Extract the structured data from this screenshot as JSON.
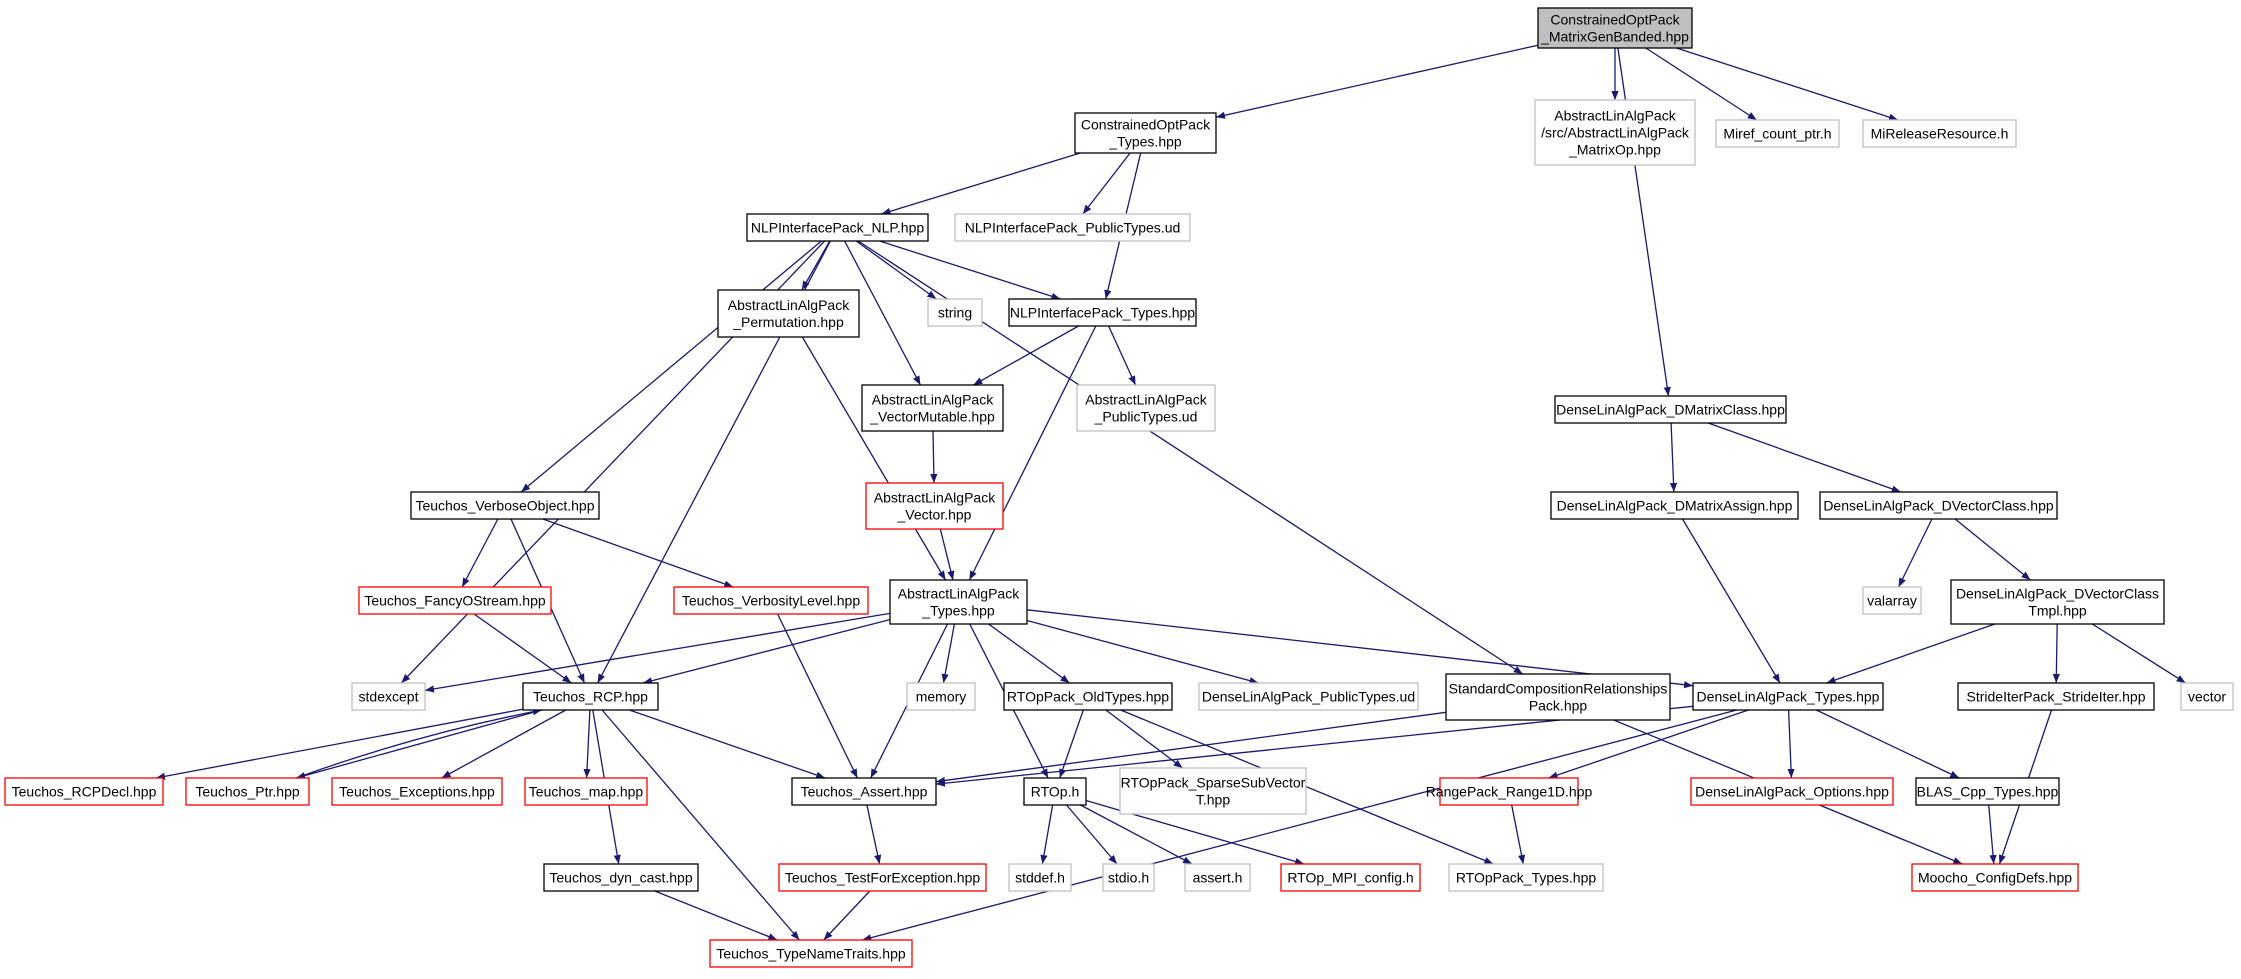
{
  "colors": {
    "edge": "#191970",
    "border_normal": "#000000",
    "border_missing": "#bfbfbf",
    "border_truncated": "#ff0000",
    "root_fill": "#bfbfbf",
    "fill": "#ffffff"
  },
  "nodes": [
    {
      "id": "root",
      "lines": [
        "ConstrainedOptPack",
        "_MatrixGenBanded.hpp"
      ],
      "kind": "root"
    },
    {
      "id": "cop_types",
      "lines": [
        "ConstrainedOptPack",
        "_Types.hpp"
      ],
      "kind": "normal"
    },
    {
      "id": "ala_matrixop",
      "lines": [
        "AbstractLinAlgPack",
        "/src/AbstractLinAlgPack",
        "_MatrixOp.hpp"
      ],
      "kind": "missing"
    },
    {
      "id": "miref",
      "lines": [
        "Miref_count_ptr.h"
      ],
      "kind": "missing"
    },
    {
      "id": "mirelease",
      "lines": [
        "MiReleaseResource.h"
      ],
      "kind": "missing"
    },
    {
      "id": "nlp",
      "lines": [
        "NLPInterfacePack_NLP.hpp"
      ],
      "kind": "normal"
    },
    {
      "id": "nlp_pub",
      "lines": [
        "NLPInterfacePack_PublicTypes.ud"
      ],
      "kind": "missing"
    },
    {
      "id": "ala_perm",
      "lines": [
        "AbstractLinAlgPack",
        "_Permutation.hpp"
      ],
      "kind": "normal"
    },
    {
      "id": "string",
      "lines": [
        "string"
      ],
      "kind": "missing"
    },
    {
      "id": "nlp_types",
      "lines": [
        "NLPInterfacePack_Types.hpp"
      ],
      "kind": "normal"
    },
    {
      "id": "ala_vecmut",
      "lines": [
        "AbstractLinAlgPack",
        "_VectorMutable.hpp"
      ],
      "kind": "normal"
    },
    {
      "id": "ala_pub",
      "lines": [
        "AbstractLinAlgPack",
        "_PublicTypes.ud"
      ],
      "kind": "missing"
    },
    {
      "id": "dla_dmat",
      "lines": [
        "DenseLinAlgPack_DMatrixClass.hpp"
      ],
      "kind": "normal"
    },
    {
      "id": "teuchos_verbose",
      "lines": [
        "Teuchos_VerboseObject.hpp"
      ],
      "kind": "normal"
    },
    {
      "id": "ala_vector",
      "lines": [
        "AbstractLinAlgPack",
        "_Vector.hpp"
      ],
      "kind": "truncated"
    },
    {
      "id": "dla_dmatassign",
      "lines": [
        "DenseLinAlgPack_DMatrixAssign.hpp"
      ],
      "kind": "normal"
    },
    {
      "id": "dla_dvec",
      "lines": [
        "DenseLinAlgPack_DVectorClass.hpp"
      ],
      "kind": "normal"
    },
    {
      "id": "teuchos_fancy",
      "lines": [
        "Teuchos_FancyOStream.hpp"
      ],
      "kind": "truncated"
    },
    {
      "id": "teuchos_verbosity",
      "lines": [
        "Teuchos_VerbosityLevel.hpp"
      ],
      "kind": "truncated"
    },
    {
      "id": "ala_types",
      "lines": [
        "AbstractLinAlgPack",
        "_Types.hpp"
      ],
      "kind": "normal"
    },
    {
      "id": "valarray",
      "lines": [
        "valarray"
      ],
      "kind": "missing"
    },
    {
      "id": "dla_dvec_tmpl",
      "lines": [
        "DenseLinAlgPack_DVectorClass",
        "Tmpl.hpp"
      ],
      "kind": "normal"
    },
    {
      "id": "stdexcept",
      "lines": [
        "stdexcept"
      ],
      "kind": "missing"
    },
    {
      "id": "teuchos_rcp",
      "lines": [
        "Teuchos_RCP.hpp"
      ],
      "kind": "normal"
    },
    {
      "id": "memory",
      "lines": [
        "memory"
      ],
      "kind": "missing"
    },
    {
      "id": "rtop_old",
      "lines": [
        "RTOpPack_OldTypes.hpp"
      ],
      "kind": "normal"
    },
    {
      "id": "dla_pub",
      "lines": [
        "DenseLinAlgPack_PublicTypes.ud"
      ],
      "kind": "missing"
    },
    {
      "id": "scr_pack",
      "lines": [
        "StandardCompositionRelationships",
        "Pack.hpp"
      ],
      "kind": "normal"
    },
    {
      "id": "dla_types",
      "lines": [
        "DenseLinAlgPack_Types.hpp"
      ],
      "kind": "normal"
    },
    {
      "id": "strideiter",
      "lines": [
        "StrideIterPack_StrideIter.hpp"
      ],
      "kind": "normal"
    },
    {
      "id": "vector",
      "lines": [
        "vector"
      ],
      "kind": "missing"
    },
    {
      "id": "teuchos_rcpdecl",
      "lines": [
        "Teuchos_RCPDecl.hpp"
      ],
      "kind": "truncated"
    },
    {
      "id": "teuchos_ptr",
      "lines": [
        "Teuchos_Ptr.hpp"
      ],
      "kind": "truncated"
    },
    {
      "id": "teuchos_exc",
      "lines": [
        "Teuchos_Exceptions.hpp"
      ],
      "kind": "truncated"
    },
    {
      "id": "teuchos_map",
      "lines": [
        "Teuchos_map.hpp"
      ],
      "kind": "truncated"
    },
    {
      "id": "teuchos_assert",
      "lines": [
        "Teuchos_Assert.hpp"
      ],
      "kind": "normal"
    },
    {
      "id": "rtop_h",
      "lines": [
        "RTOp.h"
      ],
      "kind": "normal"
    },
    {
      "id": "rtop_sparse",
      "lines": [
        "RTOpPack_SparseSubVector",
        "T.hpp"
      ],
      "kind": "missing"
    },
    {
      "id": "range1d",
      "lines": [
        "RangePack_Range1D.hpp"
      ],
      "kind": "truncated"
    },
    {
      "id": "dla_options",
      "lines": [
        "DenseLinAlgPack_Options.hpp"
      ],
      "kind": "truncated"
    },
    {
      "id": "blas_types",
      "lines": [
        "BLAS_Cpp_Types.hpp"
      ],
      "kind": "normal"
    },
    {
      "id": "teuchos_dyn",
      "lines": [
        "Teuchos_dyn_cast.hpp"
      ],
      "kind": "normal"
    },
    {
      "id": "teuchos_testexc",
      "lines": [
        "Teuchos_TestForException.hpp"
      ],
      "kind": "truncated"
    },
    {
      "id": "stddef",
      "lines": [
        "stddef.h"
      ],
      "kind": "missing"
    },
    {
      "id": "stdio",
      "lines": [
        "stdio.h"
      ],
      "kind": "missing"
    },
    {
      "id": "assert",
      "lines": [
        "assert.h"
      ],
      "kind": "missing"
    },
    {
      "id": "rtop_mpi",
      "lines": [
        "RTOp_MPI_config.h"
      ],
      "kind": "truncated"
    },
    {
      "id": "rtop_types",
      "lines": [
        "RTOpPack_Types.hpp"
      ],
      "kind": "missing"
    },
    {
      "id": "moocho_cfg",
      "lines": [
        "Moocho_ConfigDefs.hpp"
      ],
      "kind": "truncated"
    },
    {
      "id": "teuchos_typename",
      "lines": [
        "Teuchos_TypeNameTraits.hpp"
      ],
      "kind": "truncated"
    }
  ],
  "edges": [
    [
      "root",
      "cop_types"
    ],
    [
      "root",
      "ala_matrixop"
    ],
    [
      "root",
      "miref"
    ],
    [
      "root",
      "mirelease"
    ],
    [
      "root",
      "dla_dmat"
    ],
    [
      "cop_types",
      "nlp"
    ],
    [
      "cop_types",
      "nlp_pub"
    ],
    [
      "cop_types",
      "nlp_types"
    ],
    [
      "nlp",
      "ala_perm"
    ],
    [
      "nlp",
      "string"
    ],
    [
      "nlp",
      "nlp_types"
    ],
    [
      "nlp",
      "ala_vecmut"
    ],
    [
      "nlp",
      "teuchos_verbose"
    ],
    [
      "nlp",
      "stdexcept"
    ],
    [
      "nlp",
      "teuchos_rcp"
    ],
    [
      "nlp",
      "scr_pack"
    ],
    [
      "nlp_types",
      "ala_vecmut"
    ],
    [
      "nlp_types",
      "ala_pub"
    ],
    [
      "nlp_types",
      "ala_types"
    ],
    [
      "ala_perm",
      "ala_types"
    ],
    [
      "ala_vecmut",
      "ala_vector"
    ],
    [
      "ala_vector",
      "ala_types"
    ],
    [
      "teuchos_verbose",
      "teuchos_fancy"
    ],
    [
      "teuchos_verbose",
      "teuchos_rcp"
    ],
    [
      "teuchos_verbose",
      "teuchos_verbosity"
    ],
    [
      "teuchos_fancy",
      "teuchos_rcp"
    ],
    [
      "teuchos_verbosity",
      "teuchos_assert"
    ],
    [
      "dla_dmat",
      "dla_dmatassign"
    ],
    [
      "dla_dmat",
      "dla_dvec"
    ],
    [
      "dla_dmatassign",
      "dla_types"
    ],
    [
      "dla_dvec",
      "valarray"
    ],
    [
      "dla_dvec",
      "dla_dvec_tmpl"
    ],
    [
      "dla_dvec_tmpl",
      "dla_types"
    ],
    [
      "dla_dvec_tmpl",
      "strideiter"
    ],
    [
      "dla_dvec_tmpl",
      "vector"
    ],
    [
      "ala_types",
      "stdexcept"
    ],
    [
      "ala_types",
      "teuchos_rcp"
    ],
    [
      "ala_types",
      "memory"
    ],
    [
      "ala_types",
      "rtop_old"
    ],
    [
      "ala_types",
      "dla_pub"
    ],
    [
      "ala_types",
      "dla_types"
    ],
    [
      "ala_types",
      "teuchos_assert"
    ],
    [
      "ala_types",
      "rtop_h"
    ],
    [
      "teuchos_rcp",
      "teuchos_rcpdecl"
    ],
    [
      "teuchos_rcp",
      "teuchos_ptr"
    ],
    [
      "teuchos_rcp",
      "teuchos_exc"
    ],
    [
      "teuchos_rcp",
      "teuchos_map"
    ],
    [
      "teuchos_rcp",
      "teuchos_assert"
    ],
    [
      "teuchos_rcp",
      "teuchos_dyn"
    ],
    [
      "teuchos_rcp",
      "teuchos_typename"
    ],
    [
      "teuchos_ptr",
      "teuchos_rcp"
    ],
    [
      "rtop_old",
      "rtop_h"
    ],
    [
      "rtop_old",
      "rtop_sparse"
    ],
    [
      "rtop_old",
      "rtop_types"
    ],
    [
      "scr_pack",
      "teuchos_assert"
    ],
    [
      "scr_pack",
      "moocho_cfg"
    ],
    [
      "dla_types",
      "teuchos_assert"
    ],
    [
      "dla_types",
      "range1d"
    ],
    [
      "dla_types",
      "dla_options"
    ],
    [
      "dla_types",
      "blas_types"
    ],
    [
      "dla_types",
      "teuchos_typename"
    ],
    [
      "strideiter",
      "moocho_cfg"
    ],
    [
      "teuchos_assert",
      "teuchos_testexc"
    ],
    [
      "teuchos_testexc",
      "teuchos_typename"
    ],
    [
      "teuchos_dyn",
      "teuchos_typename"
    ],
    [
      "rtop_h",
      "stddef"
    ],
    [
      "rtop_h",
      "stdio"
    ],
    [
      "rtop_h",
      "assert"
    ],
    [
      "rtop_h",
      "rtop_mpi"
    ],
    [
      "range1d",
      "rtop_types"
    ],
    [
      "blas_types",
      "moocho_cfg"
    ]
  ]
}
